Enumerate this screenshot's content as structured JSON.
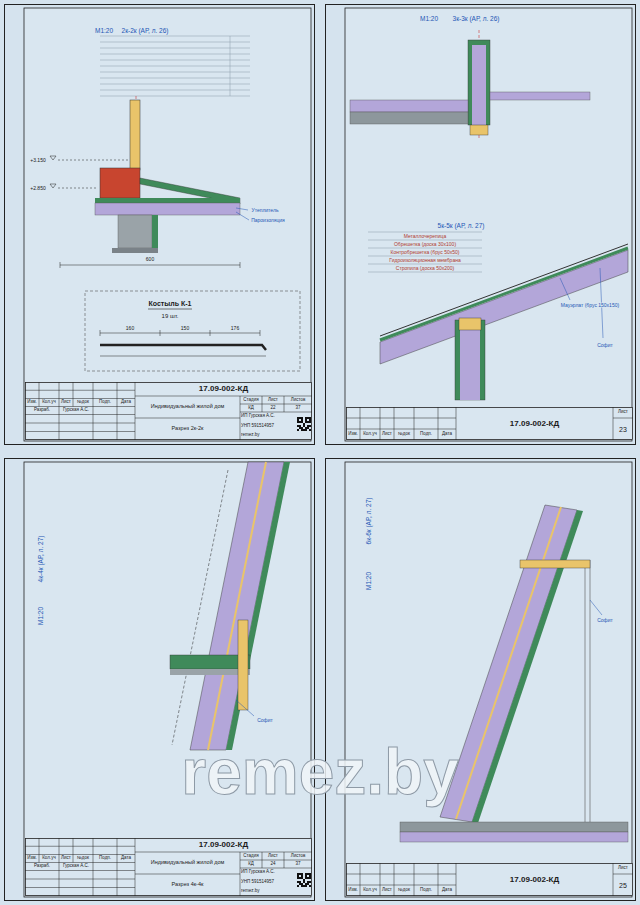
{
  "diagram": {
    "nodes": [
      {
        "text": [
          "М1:20",
          "2к-2к (АР, л. 26)"
        ]
      },
      {
        "text": [
          "Изм.",
          "Кол.уч",
          "Лист",
          "№док",
          "Подп.",
          "Дата",
          "Разраб.",
          "Гурская А.С.",
          "17.09-002-КД",
          "Индивидуальный жилой дом",
          "Разрез 2к-2к",
          "Стадия",
          "Лист",
          "Листов",
          "КД",
          "22",
          "37",
          "ИП Гурская А.С.",
          "УНП 591514957",
          "remez.by"
        ],
        "in": 0
      },
      {
        "text": [
          "М1:20",
          "3к-3к (АР, л. 26)",
          "5к-5к (АР, л. 27)"
        ]
      },
      {
        "text": [
          "Изм.",
          "Кол.уч",
          "Лист",
          "№док",
          "Подп.",
          "Дата",
          "17.09-002-КД",
          "Лист",
          "23"
        ],
        "in": 2
      },
      {
        "text": [
          "М1:20",
          "4к-4к (АР, л. 27)"
        ]
      },
      {
        "text": [
          "Изм.",
          "Кол.уч",
          "Лист",
          "№док",
          "Подп.",
          "Дата",
          "Разраб.",
          "Гурская А.С.",
          "17.09-002-КД",
          "Индивидуальный жилой дом",
          "Разрез 4к-4к",
          "Стадия",
          "Лист",
          "Листов",
          "КД",
          "24",
          "37",
          "ИП Гурская А.С.",
          "УНП 591514957",
          "remez.by"
        ],
        "in": 4
      },
      {
        "text": [
          "М1:20",
          "6к-6к (АР, л. 27)"
        ]
      },
      {
        "text": [
          "Изм.",
          "Кол.уч",
          "Лист",
          "№док",
          "Подп.",
          "Дата",
          "17.09-002-КД",
          "Лист",
          "25"
        ],
        "in": 6
      }
    ],
    "labels": [
      "remez.by",
      "Костыль К-1",
      "19 шт.",
      "160",
      "150",
      "176",
      "+3.150",
      "+2.850",
      "600",
      "Металлочерепица",
      "Обрешетка (доска 30х100)",
      "Контробрешетка (брус 50х50)",
      "Гидроизоляционная мембрана",
      "Стропила (доска 50х200)",
      "Мауэрлат (брус 150х150)",
      "Софит",
      "Утеплитель",
      "Пароизоляция",
      "Софит",
      "Софит"
    ]
  }
}
